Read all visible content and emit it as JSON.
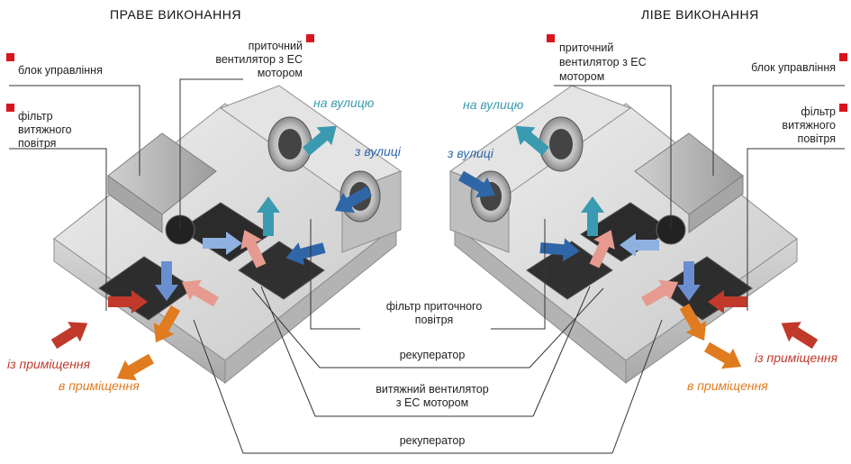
{
  "titles": {
    "right_version": "ПРАВЕ ВИКОНАННЯ",
    "left_version": "ЛІВЕ ВИКОНАННЯ"
  },
  "labels": {
    "control_unit": "блок управління",
    "exhaust_filter_line1": "фільтр",
    "exhaust_filter_line2": "витяжного",
    "exhaust_filter_line3": "повітря",
    "supply_fan_line1": "приточний",
    "supply_fan_line2": "вентилятор з ЕС",
    "supply_fan_line3": "мотором",
    "supply_filter_line1": "фільтр приточного",
    "supply_filter_line2": "повітря",
    "recuperator_1": "рекуператор",
    "exhaust_fan_line1": "витяжний вентилятор",
    "exhaust_fan_line2": "з ЕС мотором",
    "recuperator_2": "рекуператор"
  },
  "airflow": {
    "to_street": "на вулицю",
    "from_street": "з вулиці",
    "from_room": "із приміщення",
    "to_room": "в приміщення"
  },
  "colors": {
    "marker_red": "#d8151c",
    "to_street": "#3a9bb0",
    "from_street": "#2f66a8",
    "from_room": "#c0392b",
    "to_room": "#e07b20"
  }
}
